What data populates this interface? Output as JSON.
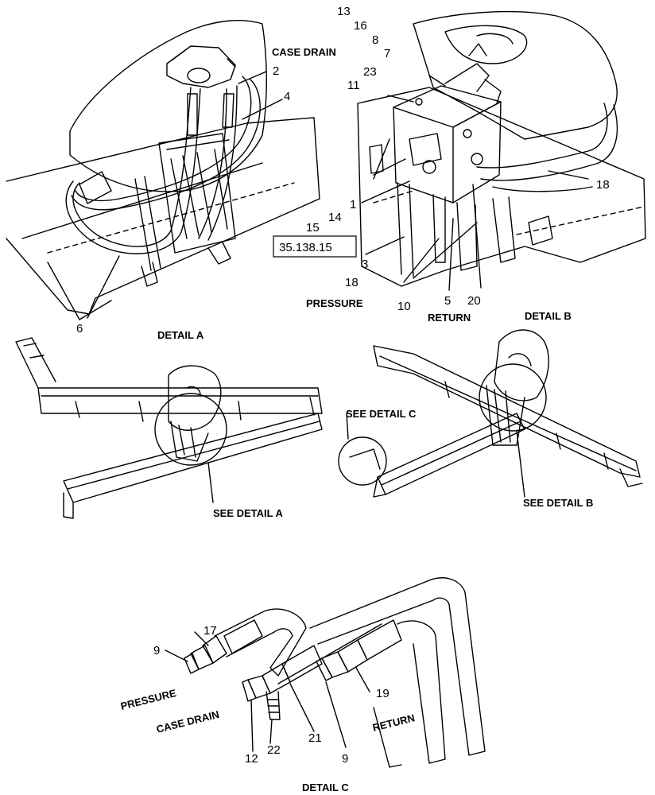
{
  "callouts": {
    "n13": "13",
    "n16": "16",
    "n8": "8",
    "n7": "7",
    "n23": "23",
    "n11": "11",
    "n2": "2",
    "n4": "4",
    "n6": "6",
    "n18a": "18",
    "n1": "1",
    "n15": "15",
    "n14": "14",
    "n3": "3",
    "n18b": "18",
    "n10": "10",
    "n5": "5",
    "n20": "20",
    "n17": "17",
    "n9a": "9",
    "n19": "19",
    "n12": "12",
    "n22": "22",
    "n21": "21",
    "n9b": "9"
  },
  "labels": {
    "case_drain_a": "CASE DRAIN",
    "pressure_b": "PRESSURE",
    "return_b": "RETURN",
    "detail_a": "DETAIL  A",
    "detail_b": "DETAIL  B",
    "see_detail_a": "SEE DETAIL  A",
    "see_detail_b": "SEE DETAIL  B",
    "see_detail_c": "SEE DETAIL  C",
    "pressure_c": "PRESSURE",
    "case_drain_c": "CASE DRAIN",
    "return_c": "RETURN",
    "detail_c": "DETAIL  C"
  },
  "reference_box": "35.138.15"
}
